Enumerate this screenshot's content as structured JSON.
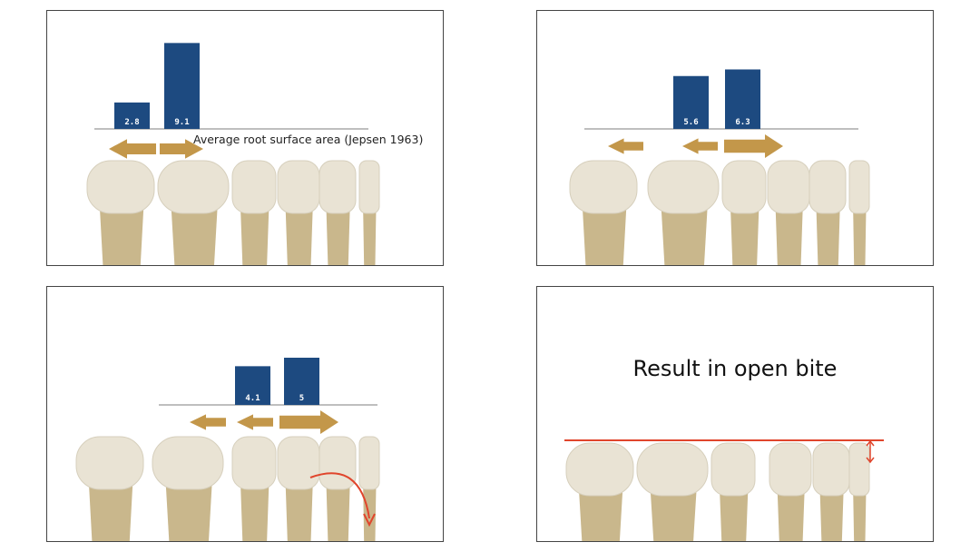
{
  "colors": {
    "bar": "#1d4a80",
    "arrow": "#c3974a",
    "baseline": "#999999",
    "red": "#e0452c",
    "crown": "#e9e3d4",
    "root": "#c9b78c"
  },
  "chart_data": [
    {
      "type": "bar",
      "panel": 1,
      "values": [
        2.8,
        9.1
      ],
      "labels": [
        "2.8",
        "9.1"
      ],
      "caption": "Average root surface area (Jepsen 1963)",
      "arrows": [
        "left",
        "right"
      ]
    },
    {
      "type": "bar",
      "panel": 2,
      "values": [
        5.6,
        6.3
      ],
      "labels": [
        "5.6",
        "6.3"
      ],
      "arrows": [
        "left",
        "left",
        "right"
      ]
    },
    {
      "type": "bar",
      "panel": 3,
      "values": [
        4.1,
        5
      ],
      "labels": [
        "4.1",
        "5"
      ],
      "arrows": [
        "left",
        "left",
        "right"
      ]
    }
  ],
  "panel4": {
    "title": "Result in open bite"
  }
}
